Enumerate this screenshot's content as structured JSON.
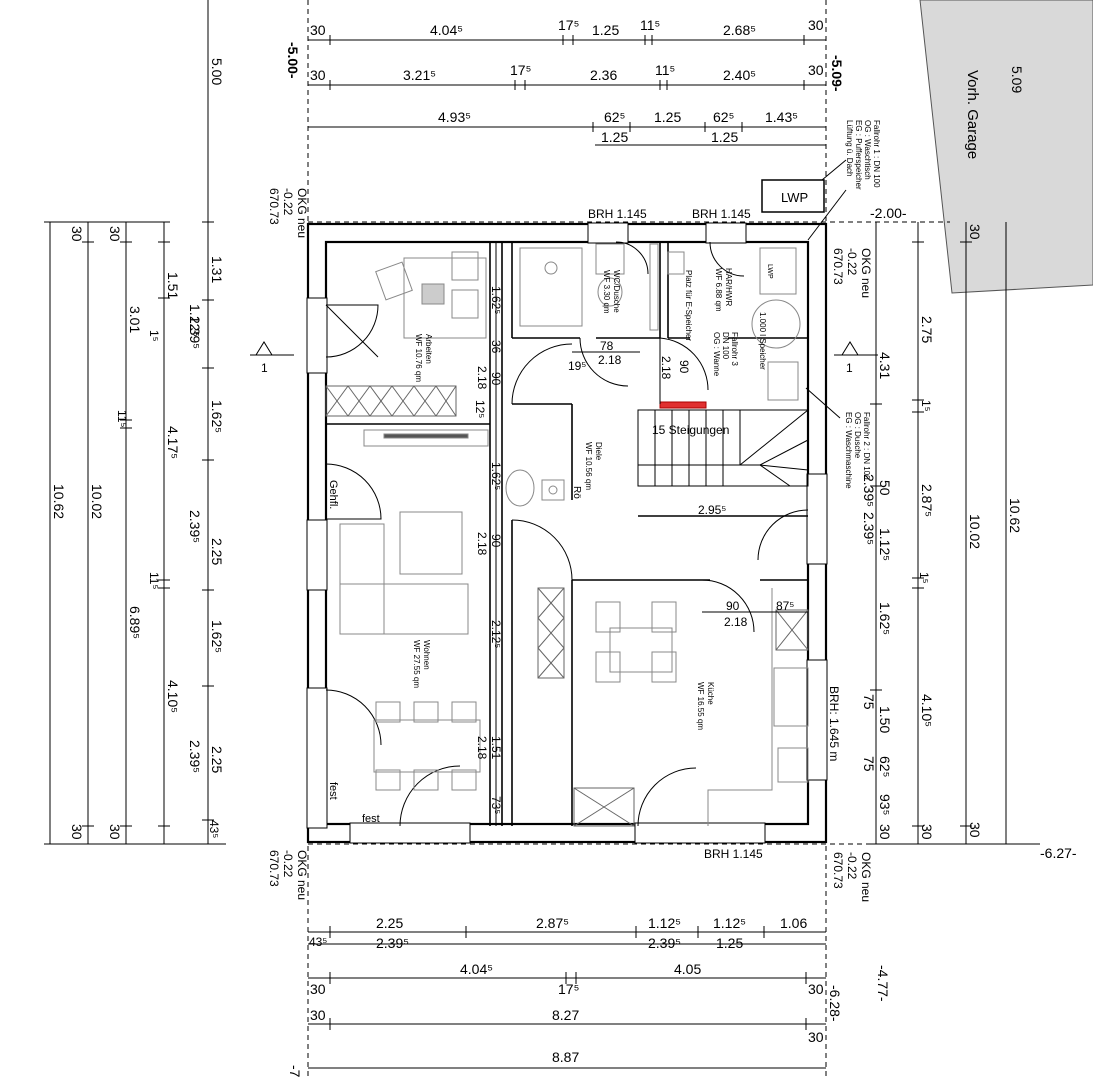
{
  "top_dims": {
    "row1": [
      "30",
      "4.04⁵",
      "17⁵",
      "1.25",
      "11⁵",
      "2.68⁵",
      "30"
    ],
    "row2": [
      "30",
      "3.21⁵",
      "17⁵",
      "2.36",
      "11⁵",
      "2.40⁵",
      "30"
    ],
    "row3": [
      "4.93⁵",
      "62⁵",
      "1.25",
      "62⁵",
      "1.43⁵"
    ],
    "row3b": [
      "1.25",
      "1.25"
    ]
  },
  "bottom_dims": {
    "row1": [
      "2.25",
      "2.87⁵",
      "1.12⁵",
      "1.12⁵",
      "1.06"
    ],
    "row2": [
      "43⁵",
      "2.39⁵",
      "2.39⁵",
      "1.25"
    ],
    "row3": [
      "4.04⁵",
      "4.05"
    ],
    "row4": [
      "30",
      "17⁵",
      "30"
    ],
    "row5": [
      "30",
      "8.27",
      "30"
    ],
    "row6": [
      "8.87"
    ]
  },
  "left_dims": {
    "outer": "10.62",
    "second": "10.02",
    "third": [
      "3.01",
      "6.89⁵",
      "11⁵",
      "30",
      "30"
    ],
    "fourth": [
      "1.51",
      "4.17⁵",
      "4.10⁵",
      "1⁵",
      "11⁵",
      "30",
      "30"
    ],
    "fifth": [
      "2.39⁵",
      "1.12⁵",
      "2.39⁵",
      "2.39⁵"
    ],
    "sixth": [
      "1.31",
      "1.62⁵",
      "2.25",
      "1.62⁵",
      "2.25",
      "43⁵"
    ],
    "top_total": "5.00"
  },
  "right_dims": {
    "a": [
      "4.31",
      "2.75",
      "1⁵",
      "2.87⁵",
      "1.62⁵",
      "4.10⁵",
      "30"
    ],
    "b": [
      "2.39⁵",
      "1.12⁵",
      "2.39⁵",
      "50",
      "1⁵",
      "1.50",
      "75",
      "75",
      "62⁵",
      "93⁵",
      "30"
    ],
    "c": [
      "10.02",
      "30"
    ],
    "d": [
      "10.62",
      "5.09"
    ]
  },
  "levels": {
    "m500": "-5.00-",
    "m509": "-5.09-",
    "m200": "-2.00-",
    "m627": "-6.27-",
    "m477": "-4.77-",
    "m628": "-6.28-",
    "m7": "-7"
  },
  "okg": {
    "line1": "OKG neu",
    "line2": "-0.22",
    "line3": "670.73"
  },
  "garage": "Vorh. Garage",
  "lwp": "LWP",
  "brh": {
    "top_left": "BRH 1.145",
    "top_right": "BRH 1.145",
    "bottom": "BRH 1.145",
    "right": "BRH: 1.645 m"
  },
  "rooms": {
    "arbeiten": {
      "name": "Arbeiten",
      "area": "WF 10.76 qm"
    },
    "wc": {
      "name": "WC/Dusche",
      "area": "WF 3.30 qm"
    },
    "har": {
      "name": "HAR/HWR",
      "area": "WF 6.88 qm"
    },
    "diele": {
      "name": "Diele",
      "area": "WF 10.56 qm"
    },
    "wohnen": {
      "name": "Wohnen",
      "area": "WF 27.55 qm"
    },
    "kueche": {
      "name": "Küche",
      "area": "WF 16.55 qm"
    }
  },
  "inner_dims": [
    "1.62⁵",
    "36",
    "90",
    "2.18",
    "12⁵",
    "78",
    "2.18",
    "19⁵",
    "2.18",
    "90",
    "1.62⁵",
    "90",
    "2.18",
    "2.12⁵",
    "1.51",
    "2.18",
    "73⁵",
    "2.95⁵",
    "90",
    "87⁵",
    "2.18"
  ],
  "labels": {
    "stair": "15 Steigungen",
    "speicher": "1.000 l Speicher",
    "platz": "Platz für E-Speicher",
    "fallrohr1": [
      "Fallrohr 1 : DN 100",
      "OG : Waschtisch",
      "EG : Pufferspeicher",
      "Lüftung ü. Dach"
    ],
    "fallrohr2": [
      "Fallrohr 2 : DN 100",
      "OG : Dusche",
      "EG : Waschmaschine"
    ],
    "fallrohr3": [
      "Fallrohr 3",
      "DN 100",
      "OG : Wanne"
    ],
    "ro": "Rö",
    "gehfl": "Gehfl.",
    "fest1": "fest",
    "fest2": "fest",
    "section": "1",
    "wp": "LWP"
  }
}
